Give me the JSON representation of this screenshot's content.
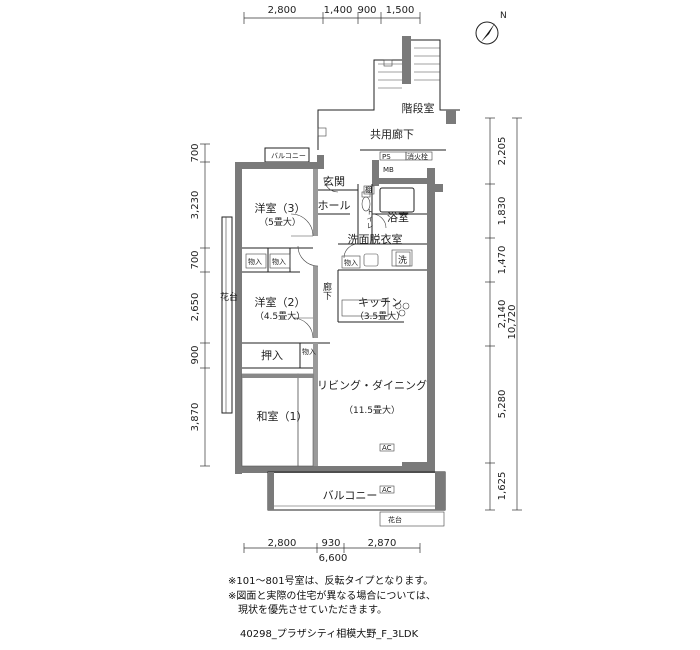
{
  "dimensions": {
    "top": [
      "2,800",
      "1,400",
      "900",
      "1,500"
    ],
    "bottom_parts": [
      "2,800",
      "930",
      "2,870"
    ],
    "bottom_total": "6,600",
    "left": [
      "700",
      "3,230",
      "700",
      "2,650",
      "900",
      "3,870"
    ],
    "right": [
      "2,205",
      "1,830",
      "1,470",
      "2,140",
      "5,280",
      "1,625"
    ],
    "right_total": "10,720"
  },
  "rooms": {
    "stair": "階段室",
    "corridor_common": "共用廊下",
    "balcony_top": "バルコニー",
    "entrance": "玄関",
    "hall": "ホール",
    "toilet": "トイレ",
    "bath": "浴室",
    "western3": "洋室（3）",
    "western3_size": "（5畳大）",
    "washroom": "洗面脱衣室",
    "storage1": "物入",
    "storage2": "物入",
    "storage3": "物入",
    "storage4": "物入",
    "wash": "洗",
    "hallway": "廊下",
    "western2": "洋室（2）",
    "western2_size": "（4.5畳大）",
    "kitchen": "キッチン",
    "kitchen_size": "（3.5畳大）",
    "flowerbed": "花台",
    "closet": "押入",
    "living": "リビング・ダイニング",
    "living_size": "（11.5畳大）",
    "japanese": "和室（1）",
    "balcony": "バルコニー",
    "flowerbed2": "花台"
  },
  "fixtures": {
    "meter": "MB",
    "fire_ext": "消火栓",
    "ps": "PS",
    "shoe": "棚",
    "ac": "AC"
  },
  "north": "N",
  "notes": [
    "※101～801号室は、反転タイプとなります。",
    "※図面と実際の住宅が異なる場合については、",
    "　現状を優先させていただきます。"
  ],
  "caption": "40298_プラザシティ相模大野_F_3LDK",
  "colors": {
    "wall": "#7a7a7a",
    "line": "#222222"
  }
}
